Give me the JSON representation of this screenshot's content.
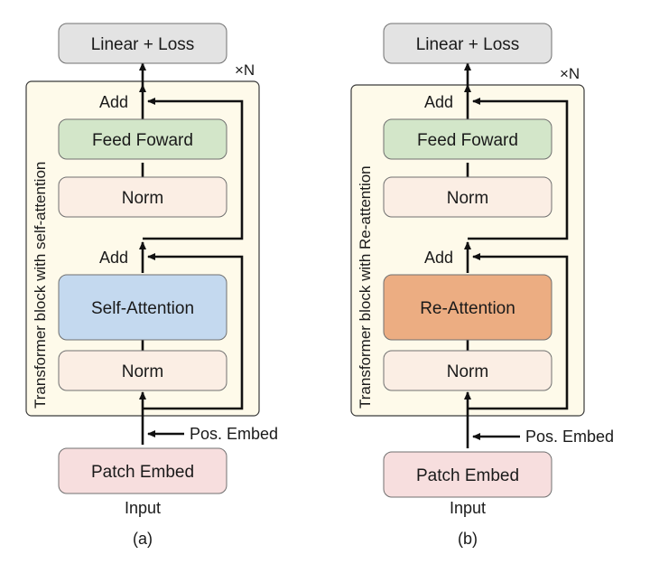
{
  "colors": {
    "linear_fill": "#e3e3e3",
    "patch_fill": "#f7dede",
    "norm_fill": "#fbeee4",
    "feedforward_fill": "#d3e6c9",
    "selfattention_fill": "#c4d9ef",
    "reattention_fill": "#ecad82",
    "block_fill": "#fefaea",
    "stroke": "#707070",
    "arrow": "#111111"
  },
  "panels": [
    {
      "caption": "(a)",
      "side_label": "Transformer block with self-attention",
      "repeat": "×N",
      "linear": "Linear + Loss",
      "add_top": "Add",
      "feed_forward": "Feed Foward",
      "norm_top": "Norm",
      "add_bottom": "Add",
      "attention": "Self-Attention",
      "attention_color": "selfattention_fill",
      "norm_bottom": "Norm",
      "pos_embed": "Pos. Embed",
      "patch_embed": "Patch Embed",
      "input": "Input"
    },
    {
      "caption": "(b)",
      "side_label": "Transformer block with Re-attention",
      "repeat": "×N",
      "linear": "Linear + Loss",
      "add_top": "Add",
      "feed_forward": "Feed Foward",
      "norm_top": "Norm",
      "add_bottom": "Add",
      "attention": "Re-Attention",
      "attention_color": "reattention_fill",
      "norm_bottom": "Norm",
      "pos_embed": "Pos. Embed",
      "patch_embed": "Patch Embed",
      "input": "Input"
    }
  ]
}
